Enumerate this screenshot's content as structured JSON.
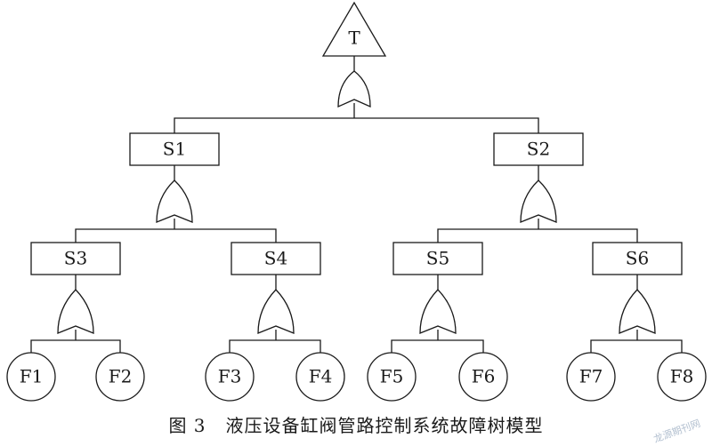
{
  "diagram": {
    "top_event": "T",
    "subsystems": [
      "S1",
      "S2"
    ],
    "sub_subsystems": [
      "S3",
      "S4",
      "S5",
      "S6"
    ],
    "basic_events": [
      "F1",
      "F2",
      "F3",
      "F4",
      "F5",
      "F6",
      "F7",
      "F8"
    ]
  },
  "caption": {
    "figure_number": "图 3",
    "title": "液压设备缸阀管路控制系统故障树模型"
  },
  "watermark": "龙源期刊网",
  "colors": {
    "line": "#1a1a1a",
    "background": "#ffffff"
  }
}
